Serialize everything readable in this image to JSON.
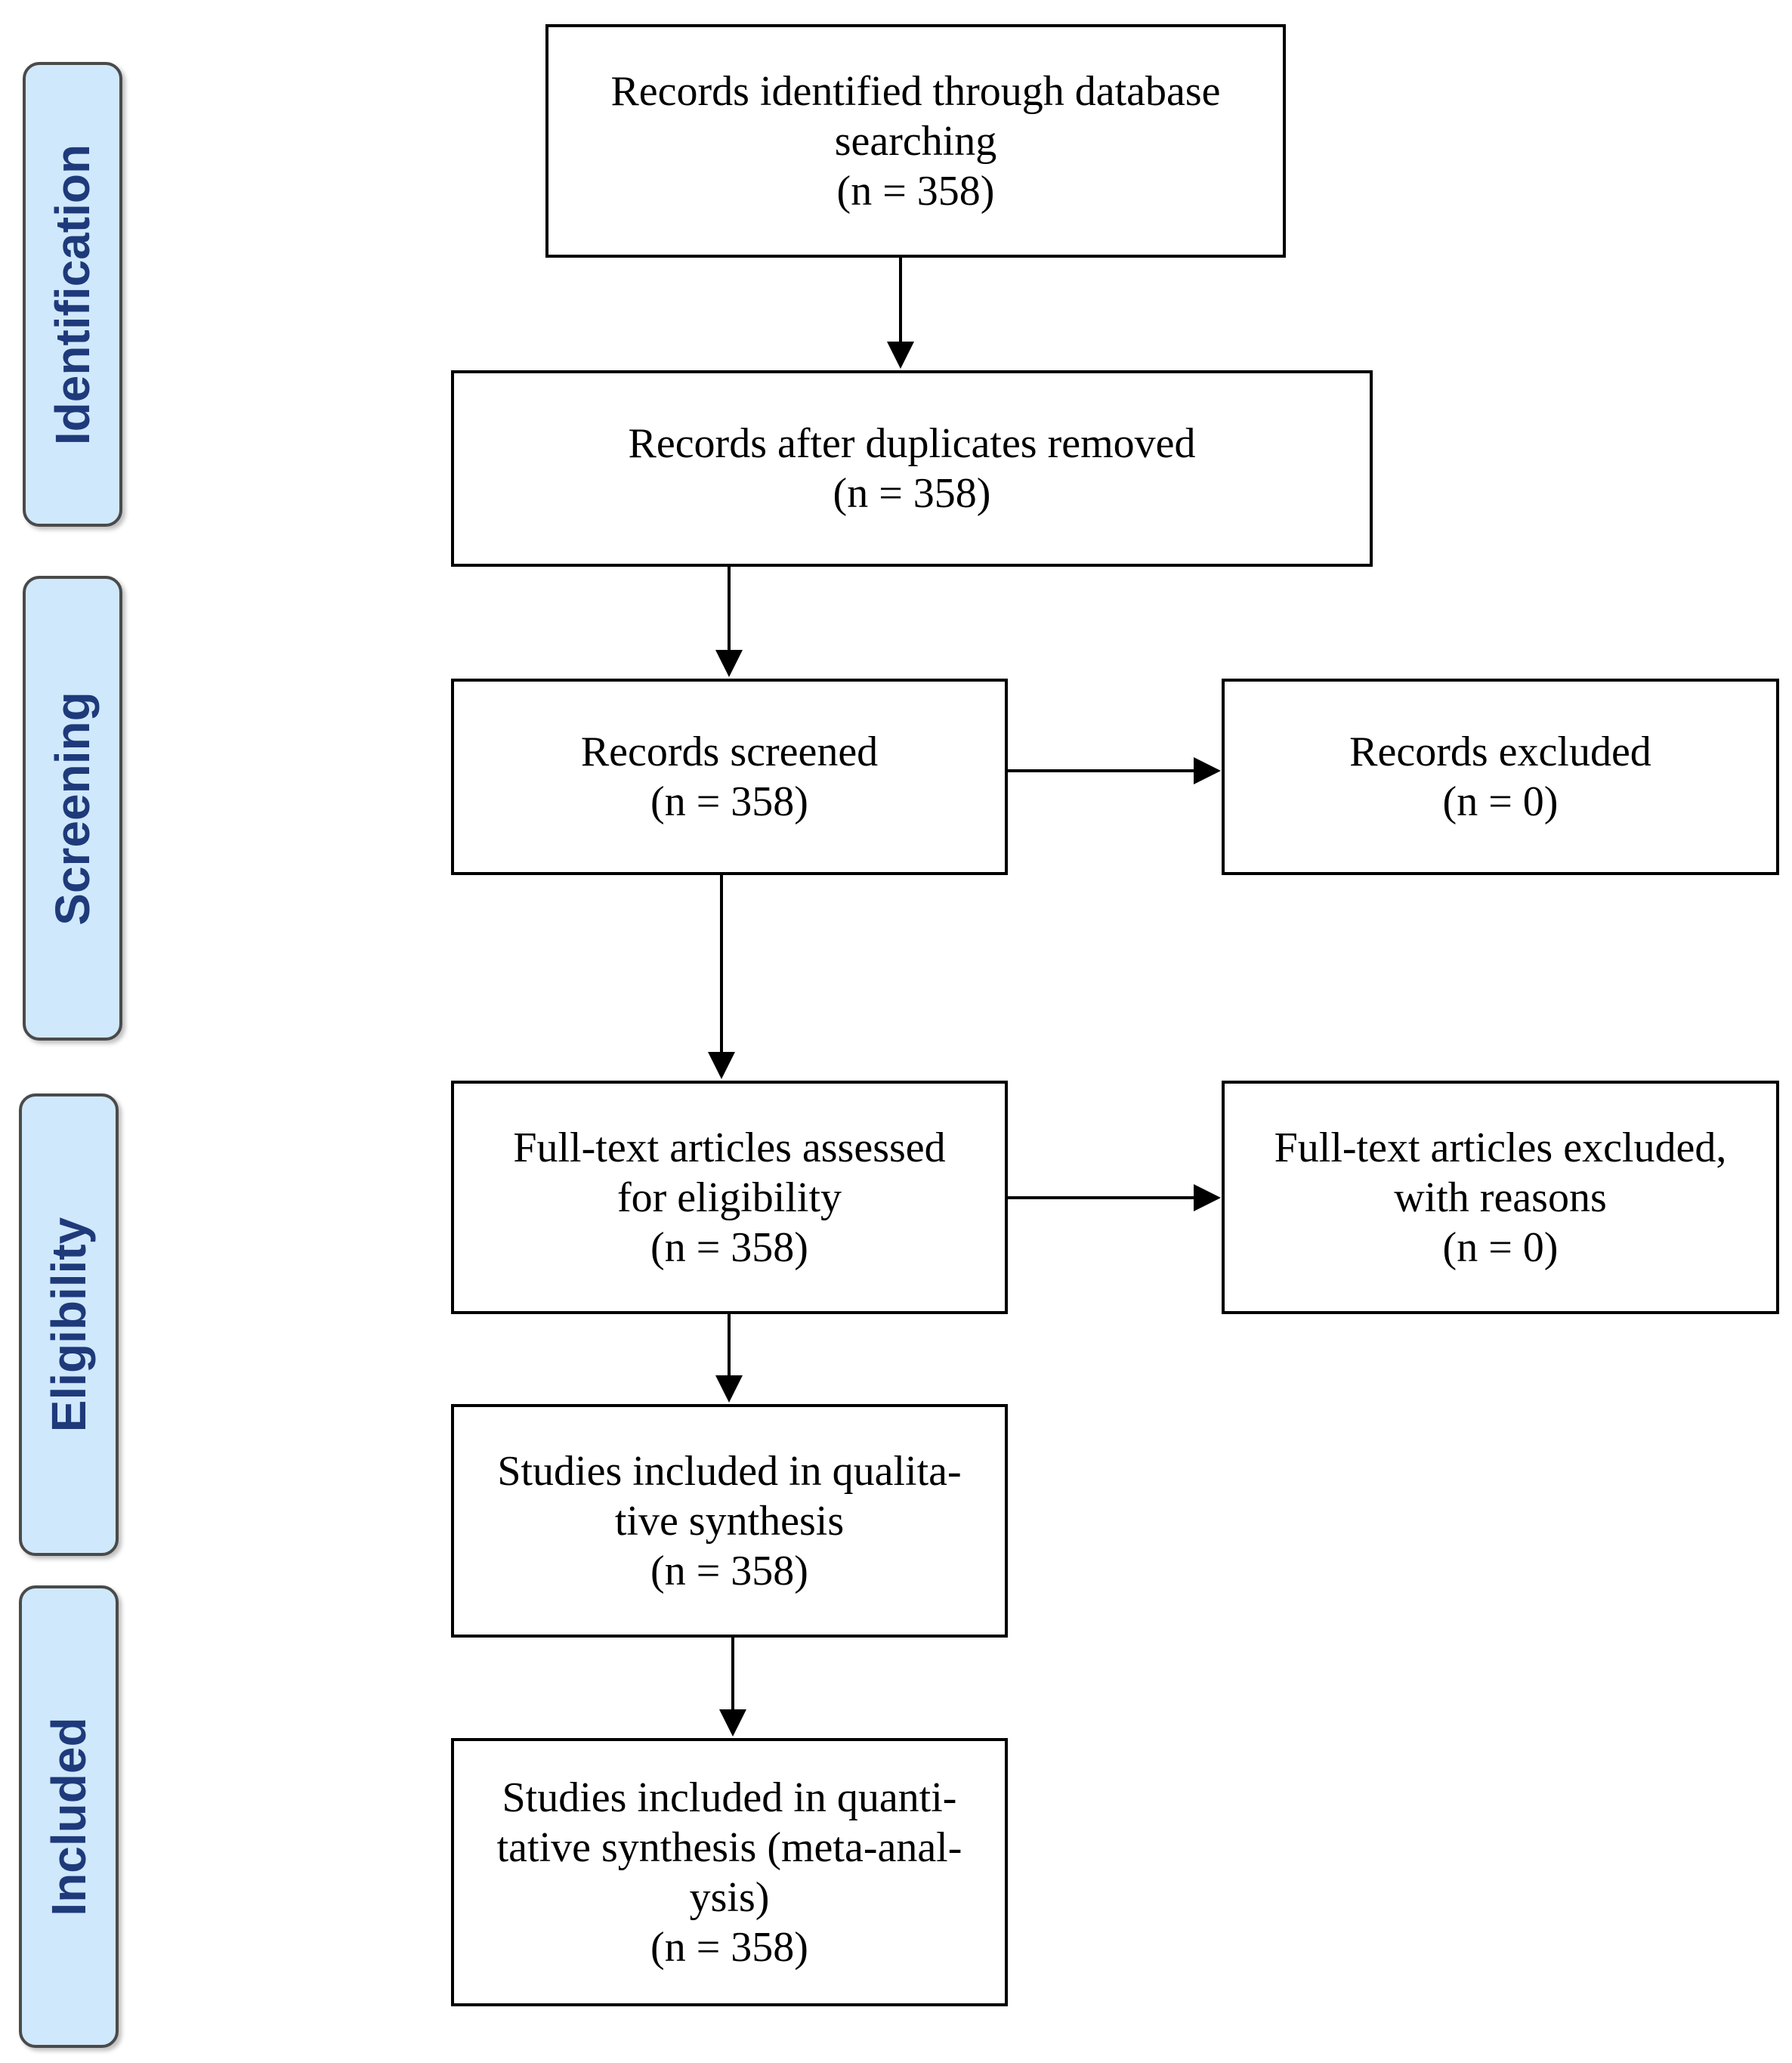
{
  "stages": {
    "identification": "Identification",
    "screening": "Screening",
    "eligibility": "Eligibility",
    "included": "Included"
  },
  "boxes": {
    "identified": {
      "line1": "Records identified through database",
      "line2": "searching",
      "count": "(n = 358)"
    },
    "duplicates_removed": {
      "line1": "Records after duplicates removed",
      "count": "(n = 358)"
    },
    "screened": {
      "line1": "Records screened",
      "count": "(n = 358)"
    },
    "excluded": {
      "line1": "Records excluded",
      "count": "(n = 0)"
    },
    "fulltext_assessed": {
      "line1": "Full-text articles assessed",
      "line2": "for eligibility",
      "count": "(n = 358)"
    },
    "fulltext_excluded": {
      "line1": "Full-text articles excluded,",
      "line2": "with reasons",
      "count": "(n = 0)"
    },
    "qualitative": {
      "line1": "Studies included in qualita-",
      "line2": "tive synthesis",
      "count": "(n = 358)"
    },
    "quantitative": {
      "line1": "Studies included in quanti-",
      "line2": "tative synthesis (meta-anal-",
      "line3": "ysis)",
      "count": "(n = 358)"
    }
  }
}
